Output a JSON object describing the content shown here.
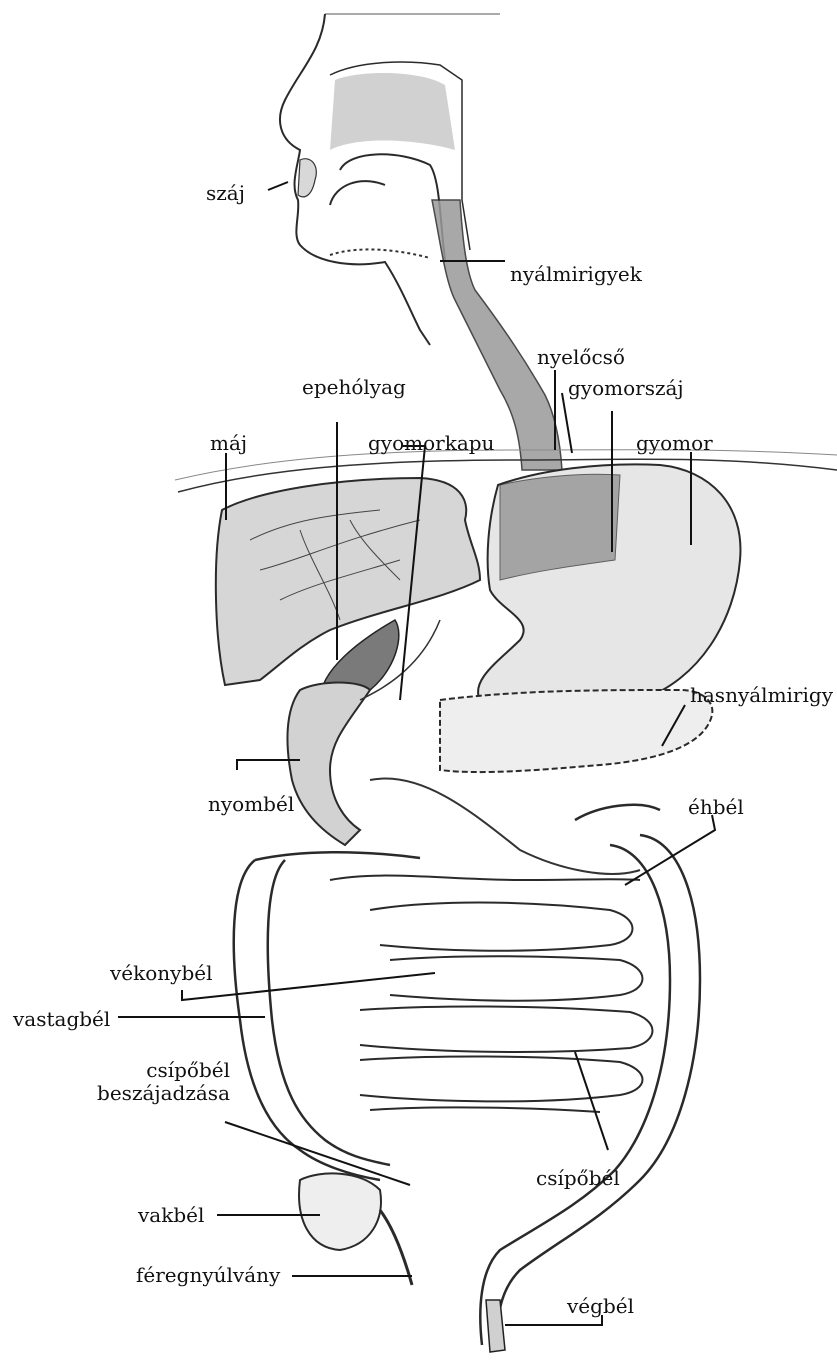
{
  "labels": {
    "szaj": "száj",
    "nyalmirigyek": "nyálmirigyek",
    "nyelocso": "nyelőcső",
    "gyomorszaj": "gyomorszáj",
    "epeholyag": "epehólyag",
    "maj": "máj",
    "gyomorkapu": "gyomorkapu",
    "gyomor": "gyomor",
    "hasnyalmirigy": "hasnyálmirigy",
    "nyombel": "nyombél",
    "ehbel": "éhbél",
    "vekonybel": "vékonybél",
    "vastagbel": "vastagbél",
    "csipobel_beszajadzasa_line1": "csípőbél",
    "csipobel_beszajadzasa_line2": "beszájadzása",
    "csipobel": "csípőbél",
    "vakbel": "vakbél",
    "feregnyulvany": "féregnyúlvány",
    "vegbel": "végbél"
  }
}
